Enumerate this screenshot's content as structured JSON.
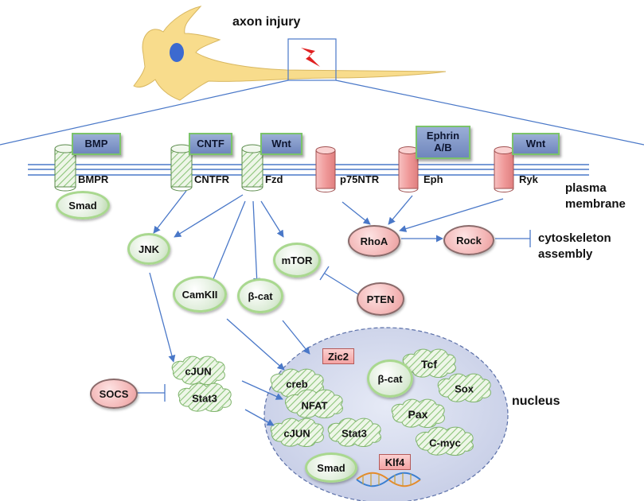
{
  "header": {
    "title": "axon injury"
  },
  "ligands": {
    "bmp": "BMP",
    "cntf": "CNTF",
    "wnt1": "Wnt",
    "ephrin": "Ephrin\nA/B",
    "wnt2": "Wnt"
  },
  "receptors": {
    "bmpr": "BMPR",
    "cntfr": "CNTFR",
    "fzd": "Fzd",
    "p75ntr": "p75NTR",
    "eph": "Eph",
    "ryk": "Ryk"
  },
  "membrane_label": "plasma\nmembrane",
  "cytoskeleton_label": "cytoskeleton\nassembly",
  "nucleus_label": "nucleus",
  "nodes": {
    "smad_membrane": "Smad",
    "jnk": "JNK",
    "camkii": "CamKII",
    "bcat": "β-cat",
    "mtor": "mTOR",
    "pten": "PTEN",
    "rhoa": "RhoA",
    "rock": "Rock",
    "socs": "SOCS",
    "bcat_nuc": "β-cat",
    "smad_nuc": "Smad"
  },
  "clouds": {
    "cjun_out": "cJUN",
    "stat3_out": "Stat3",
    "creb": "creb",
    "nfat": "NFAT",
    "cjun_in": "cJUN",
    "stat3_in": "Stat3",
    "tcf": "Tcf",
    "sox": "Sox",
    "pax": "Pax",
    "cmyc": "C-myc"
  },
  "boxes": {
    "zic2": "Zic2",
    "klf4": "Klf4"
  },
  "colors": {
    "line": "#4a78c8",
    "ligand": "#7f95c8",
    "green_outline": "#a9d88f",
    "red_fill": "#f2b1b1",
    "nucleus_fill": "#d6dcef",
    "lightning": "#e02020",
    "neuron": "#f8dc8c",
    "nucleus_cell": "#3c6ad0"
  }
}
